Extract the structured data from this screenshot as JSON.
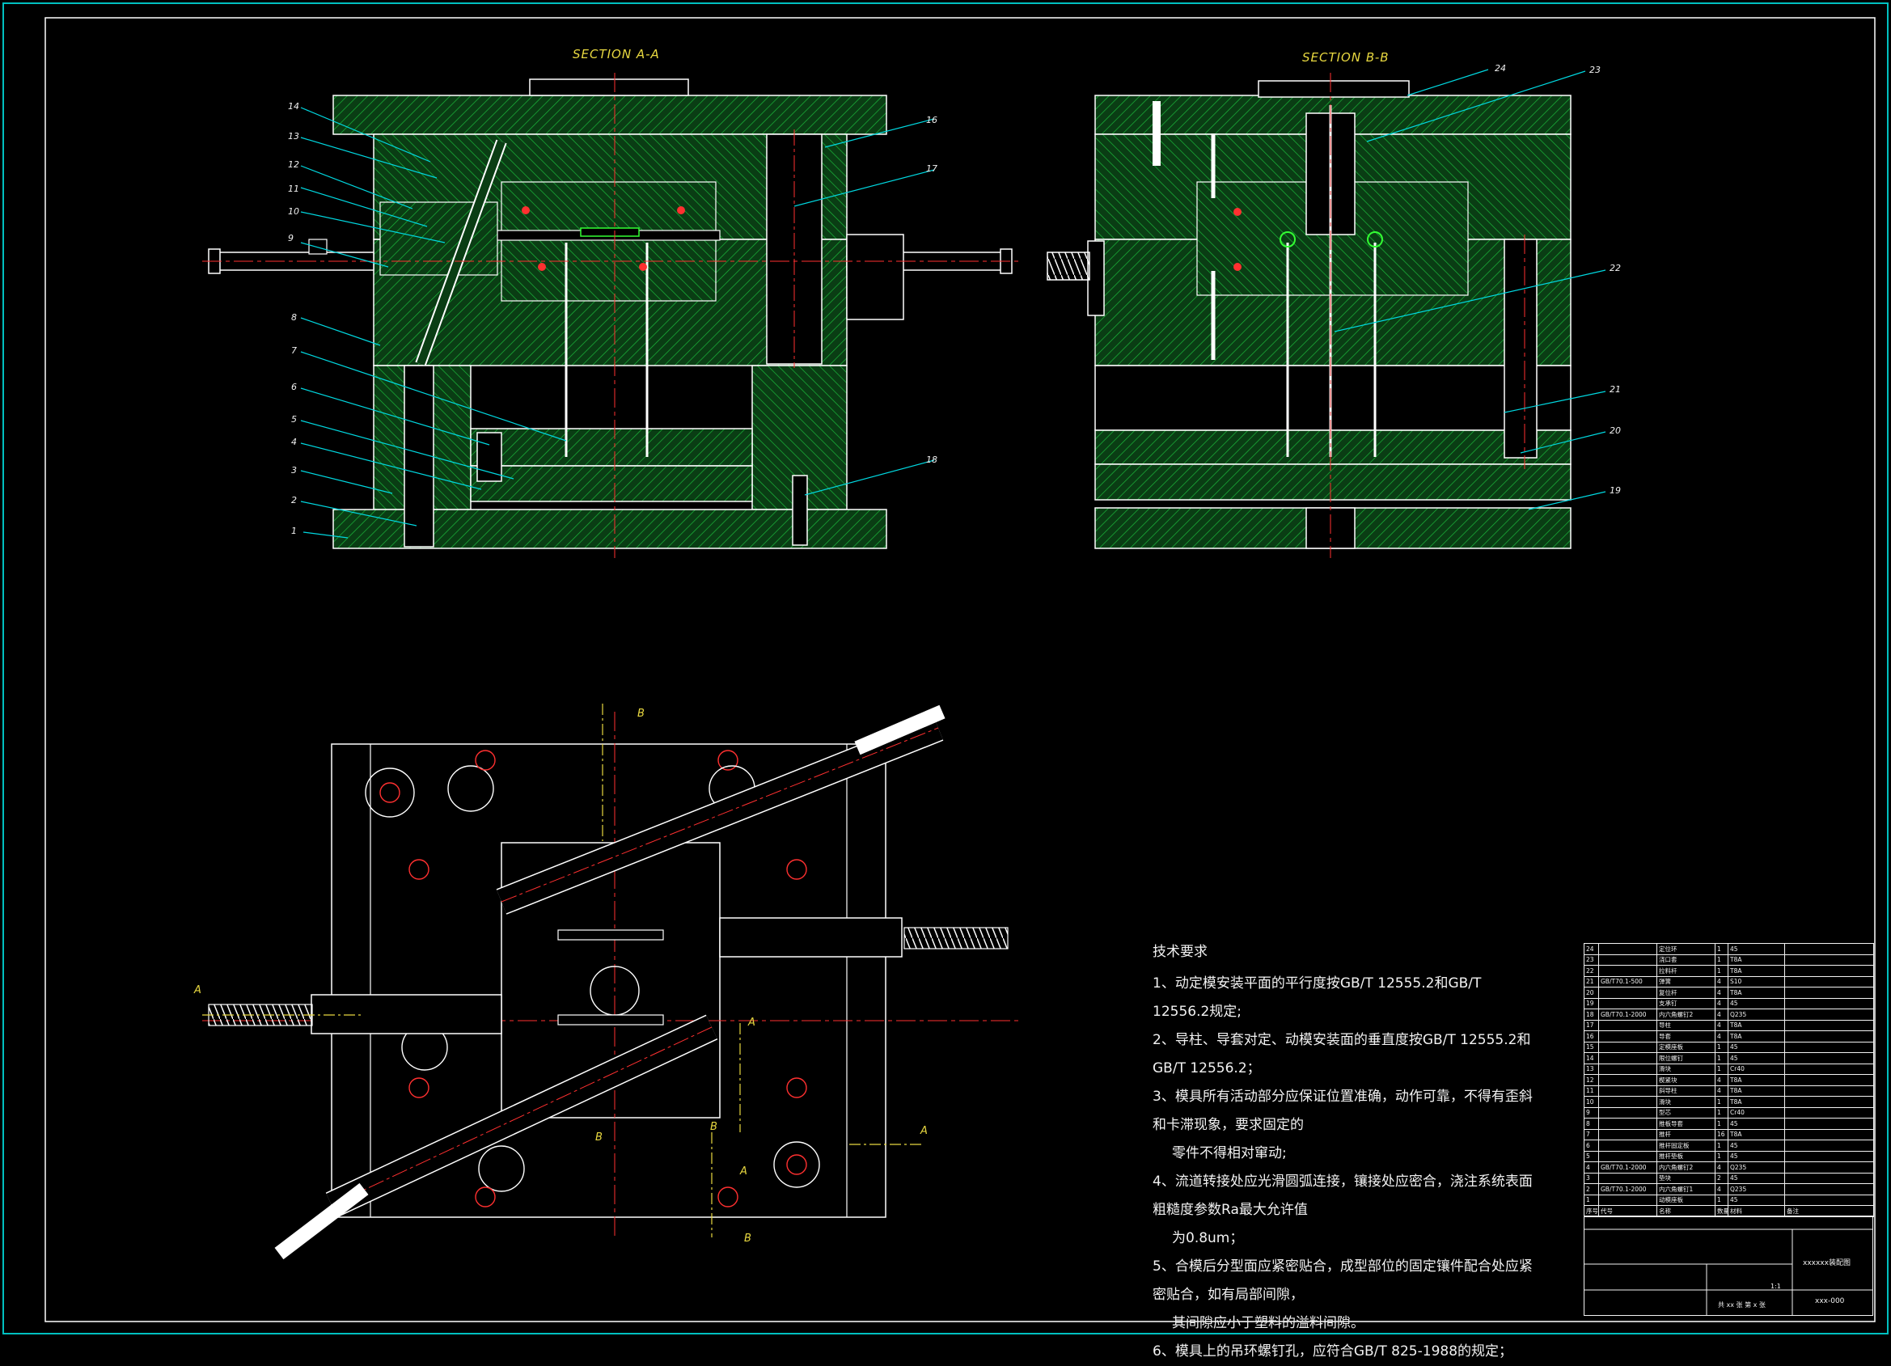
{
  "sections": {
    "a_a": "SECTION A-A",
    "b_b": "SECTION B-B"
  },
  "callouts_a": [
    "1",
    "2",
    "3",
    "4",
    "5",
    "6",
    "7",
    "8",
    "9",
    "10",
    "11",
    "12",
    "13",
    "14",
    "16",
    "17",
    "18"
  ],
  "callouts_b": [
    "24",
    "23",
    "22",
    "21",
    "20",
    "19"
  ],
  "plan_markers": {
    "a1": "A",
    "a2": "A",
    "a3": "A",
    "a4": "A",
    "b1": "B",
    "b2": "B",
    "b3": "B",
    "b4": "B"
  },
  "notes": {
    "title": "技术要求",
    "lines": [
      "1、动定模安装平面的平行度按GB/T 12555.2和GB/T 12556.2规定;",
      "2、导柱、导套对定、动模安装面的垂直度按GB/T 12555.2和GB/T 12556.2；",
      "3、模具所有活动部分应保证位置准确，动作可靠，不得有歪斜和卡滞现象，要求固定的",
      "零件不得相对窜动;",
      "4、流道转接处应光滑圆弧连接，镶接处应密合，浇注系统表面粗糙度参数Ra最大允许值",
      "为0.8um；",
      "5、合模后分型面应紧密贴合，成型部位的固定镶件配合处应紧密贴合，如有局部间隙，",
      "其间隙应小于塑料的溢料间隙。",
      "6、模具上的吊环螺钉孔，应符合GB/T 825-1988的规定；"
    ]
  },
  "bom_rows": [
    [
      "24",
      "",
      "定位环",
      "1",
      "45",
      ""
    ],
    [
      "23",
      "",
      "浇口套",
      "1",
      "T8A",
      ""
    ],
    [
      "22",
      "",
      "拉料杆",
      "1",
      "T8A",
      ""
    ],
    [
      "21",
      "GB/T70.1-500",
      "弹簧",
      "4",
      "S10",
      ""
    ],
    [
      "20",
      "",
      "复位杆",
      "4",
      "T8A",
      ""
    ],
    [
      "19",
      "",
      "支承钉",
      "4",
      "45",
      ""
    ],
    [
      "18",
      "GB/T70.1-2000",
      "内六角螺钉2",
      "4",
      "Q235",
      ""
    ],
    [
      "17",
      "",
      "导柱",
      "4",
      "T8A",
      ""
    ],
    [
      "16",
      "",
      "导套",
      "4",
      "T8A",
      ""
    ],
    [
      "15",
      "",
      "定模座板",
      "1",
      "45",
      ""
    ],
    [
      "14",
      "",
      "限位螺钉",
      "1",
      "45",
      ""
    ],
    [
      "13",
      "",
      "滑块",
      "1",
      "Cr40",
      ""
    ],
    [
      "12",
      "",
      "楔紧块",
      "4",
      "T8A",
      ""
    ],
    [
      "11",
      "",
      "斜导柱",
      "4",
      "T8A",
      ""
    ],
    [
      "10",
      "",
      "滑块",
      "1",
      "T8A",
      ""
    ],
    [
      "9",
      "",
      "型芯",
      "1",
      "Cr40",
      ""
    ],
    [
      "8",
      "",
      "推板导套",
      "1",
      "45",
      ""
    ],
    [
      "7",
      "",
      "推杆",
      "16",
      "T8A",
      ""
    ],
    [
      "6",
      "",
      "推杆固定板",
      "1",
      "45",
      ""
    ],
    [
      "5",
      "",
      "推杆垫板",
      "1",
      "45",
      ""
    ],
    [
      "4",
      "GB/T70.1-2000",
      "内六角螺钉2",
      "4",
      "Q235",
      ""
    ],
    [
      "3",
      "",
      "垫块",
      "2",
      "45",
      ""
    ],
    [
      "2",
      "GB/T70.1-2000",
      "内六角螺钉1",
      "4",
      "Q235",
      ""
    ],
    [
      "1",
      "",
      "动模座板",
      "1",
      "45",
      ""
    ]
  ],
  "bom_header": [
    "序号",
    "代号",
    "名称",
    "数量",
    "材料",
    "备注"
  ],
  "title_block": {
    "company": "xxxxxx装配图",
    "drawing_no": "xxx-000",
    "sheet": "共 xx 张 第 x 张",
    "scale": "1:1"
  },
  "colors": {
    "hatch": "#00a028",
    "outline": "#ffffff",
    "center": "#ff3030",
    "leader": "#00d8e0",
    "title": "#e8d840",
    "frame": "#00c0c0"
  }
}
